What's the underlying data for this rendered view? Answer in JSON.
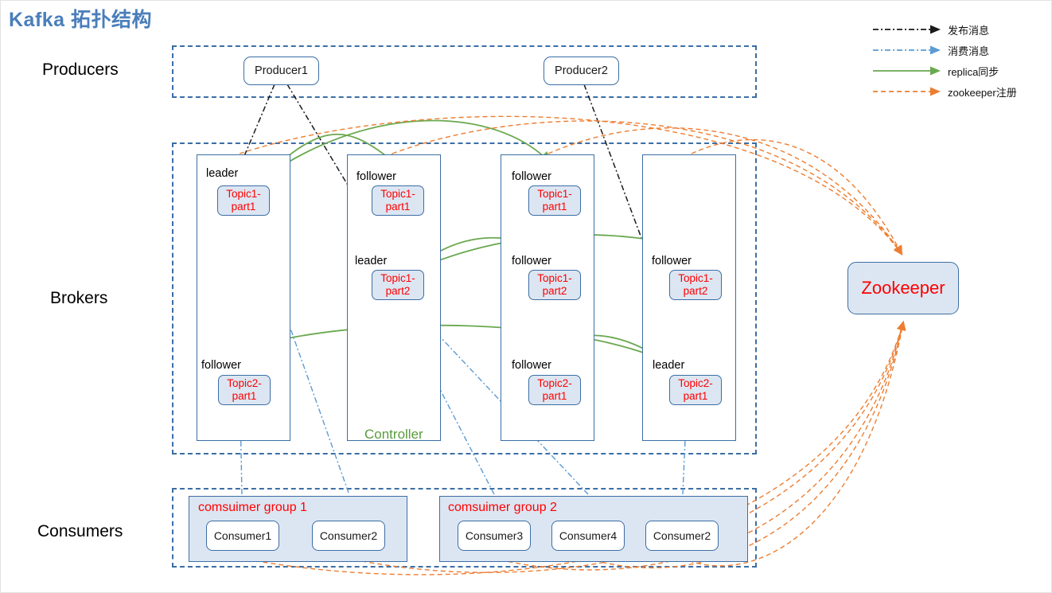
{
  "title": "Kafka 拓扑结构",
  "sections": [
    {
      "label": "Producers"
    },
    {
      "label": "Brokers"
    },
    {
      "label": "Consumers"
    }
  ],
  "producers": [
    {
      "name": "Producer1"
    },
    {
      "name": "Producer2"
    }
  ],
  "brokers": [
    {
      "id": "broker-1",
      "controller": false,
      "slots": [
        {
          "role": "leader",
          "partition": "Topic1-\npart1"
        },
        {
          "role": "",
          "partition": ""
        },
        {
          "role": "follower",
          "partition": "Topic2-\npart1"
        }
      ]
    },
    {
      "id": "broker-2",
      "controller": true,
      "controller_label": "Controller",
      "slots": [
        {
          "role": "follower",
          "partition": "Topic1-\npart1"
        },
        {
          "role": "leader",
          "partition": "Topic1-\npart2"
        },
        {
          "role": "",
          "partition": ""
        }
      ]
    },
    {
      "id": "broker-3",
      "controller": false,
      "slots": [
        {
          "role": "follower",
          "partition": "Topic1-\npart1"
        },
        {
          "role": "follower",
          "partition": "Topic1-\npart2"
        },
        {
          "role": "follower",
          "partition": "Topic2-\npart1"
        }
      ]
    },
    {
      "id": "broker-4",
      "controller": false,
      "slots": [
        {
          "role": "",
          "partition": ""
        },
        {
          "role": "follower",
          "partition": "Topic1-\npart2"
        },
        {
          "role": "leader",
          "partition": "Topic2-\npart1"
        }
      ]
    }
  ],
  "consumer_groups": [
    {
      "title": "comsuimer group 1",
      "consumers": [
        {
          "name": "Consumer1"
        },
        {
          "name": "Consumer2"
        }
      ]
    },
    {
      "title": "comsuimer group 2",
      "consumers": [
        {
          "name": "Consumer3"
        },
        {
          "name": "Consumer4"
        },
        {
          "name": "Consumer2"
        }
      ]
    }
  ],
  "zookeeper": {
    "label": "Zookeeper"
  },
  "legend": [
    {
      "label": "发布消息",
      "color": "#1a1a1a",
      "style": "dash-dot"
    },
    {
      "label": "消费消息",
      "color": "#5b9bd5",
      "style": "dash-dot"
    },
    {
      "label": "replica同步",
      "color": "#6aa84f",
      "style": "solid"
    },
    {
      "label": "zookeeper注册",
      "color": "#ed7d31",
      "style": "dashed"
    }
  ],
  "colors": {
    "title": "#4a7ebb",
    "band_border": "#3b6ea5",
    "node_border": "#3b6ea5",
    "partition_fill": "#dce6f2",
    "partition_text": "#ff0000",
    "controller": "#5a9b3c",
    "publish": "#1a1a1a",
    "consume": "#5b9bd5",
    "replica": "#6aa84f",
    "zookeeper_line": "#ed7d31"
  }
}
